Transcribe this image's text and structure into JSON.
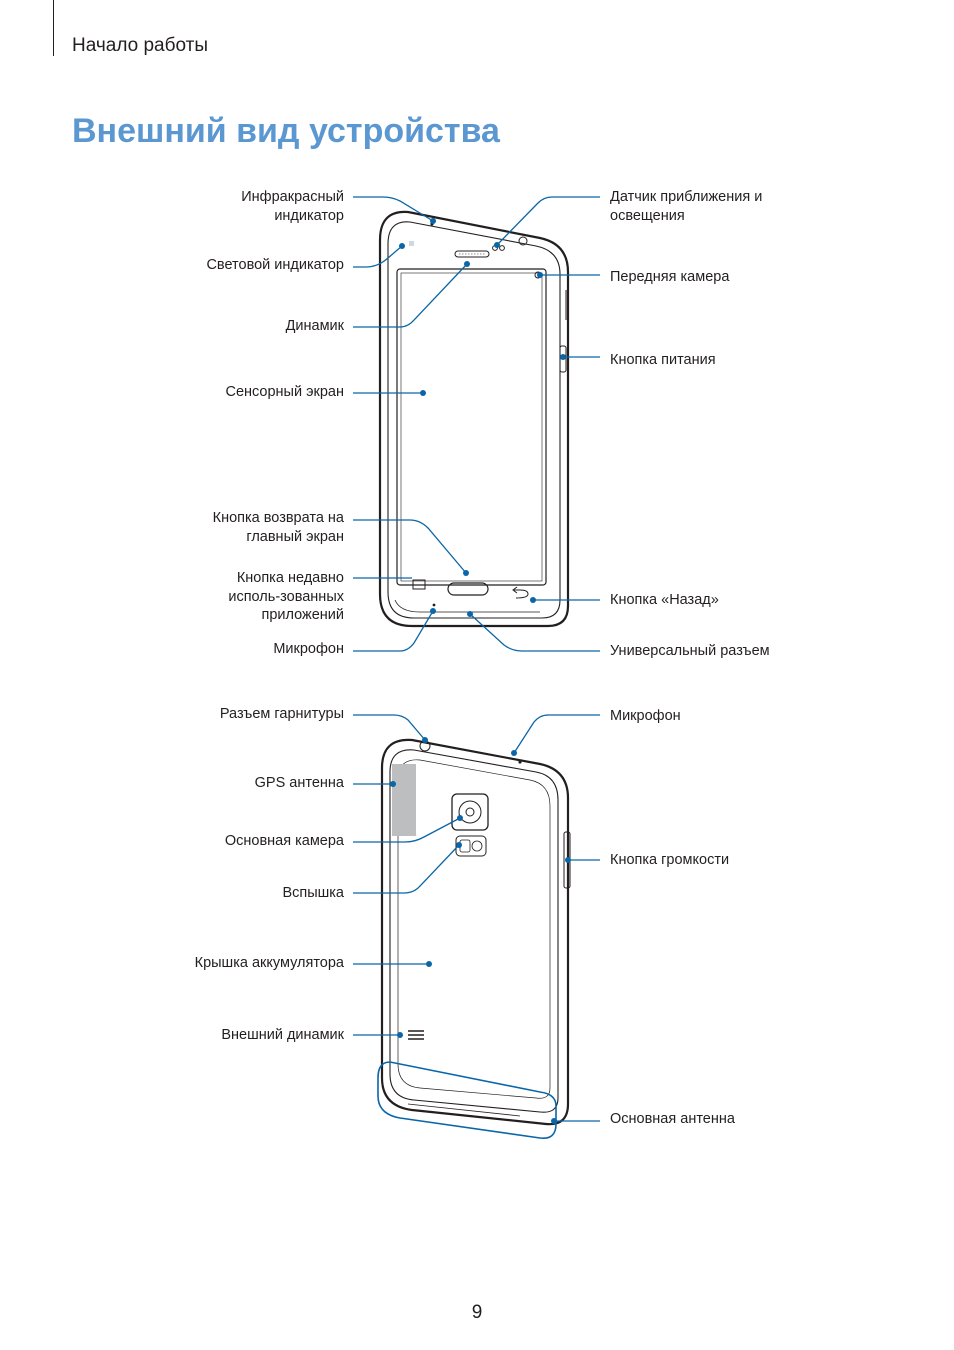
{
  "header": {
    "section": "Начало работы"
  },
  "title": "Внешний вид устройства",
  "front": {
    "left": {
      "ir": "Инфракрасный\nиндикатор",
      "led": "Световой индикатор",
      "speaker": "Динамик",
      "touchscreen": "Сенсорный экран",
      "home": "Кнопка возврата на\nглавный экран",
      "recent": "Кнопка недавно\nисполь-зованных\nприложений",
      "mic": "Микрофон"
    },
    "right": {
      "sensor": "Датчик приближения и\nосвещения",
      "front_camera": "Передняя камера",
      "power": "Кнопка питания",
      "back": "Кнопка «Назад»",
      "usb": "Универсальный разъем"
    }
  },
  "rear": {
    "left": {
      "headset": "Разъем гарнитуры",
      "gps": "GPS антенна",
      "camera": "Основная камера",
      "flash": "Вспышка",
      "cover": "Крышка аккумулятора",
      "loudspeaker": "Внешний динамик"
    },
    "right": {
      "mic": "Микрофон",
      "volume": "Кнопка громкости",
      "antenna": "Основная антенна"
    }
  },
  "page": {
    "number": "9"
  },
  "colors": {
    "accent": "#5b97d0",
    "callout_line": "#0a66a8",
    "text": "#231f20"
  }
}
